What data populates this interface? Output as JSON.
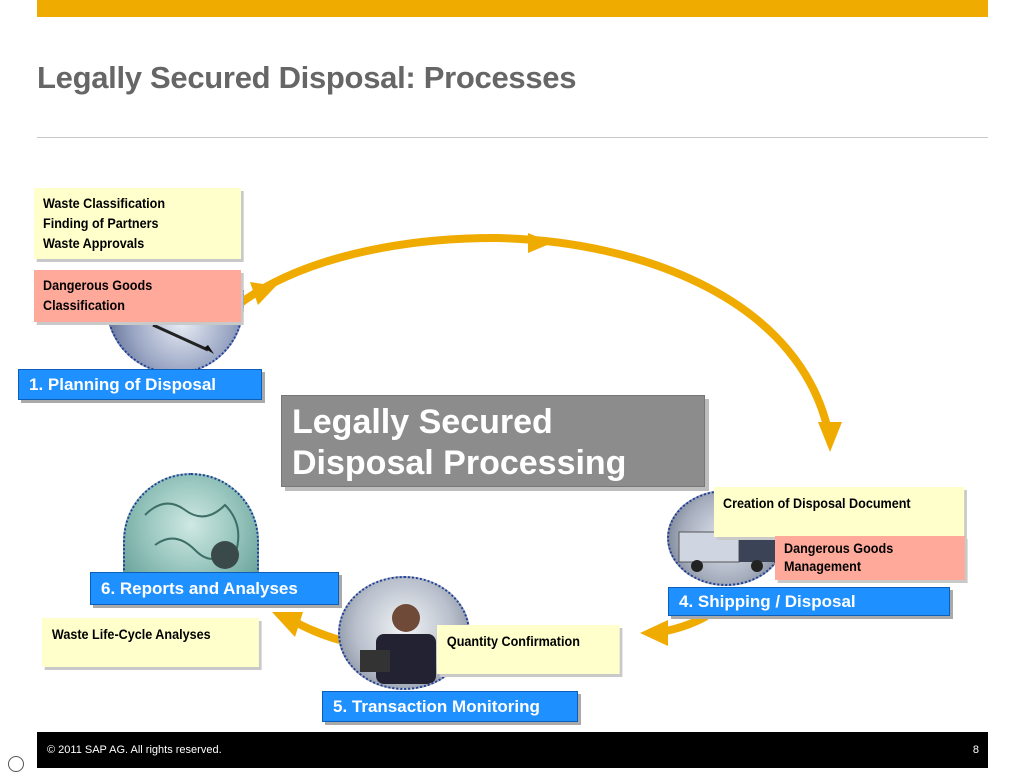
{
  "title": "Legally Secured Disposal: Processes",
  "center_label": [
    "Legally Secured",
    "Disposal Processing"
  ],
  "steps": {
    "planning": "1. Planning of Disposal",
    "shipping": "4. Shipping / Disposal",
    "monitoring": "5. Transaction Monitoring",
    "reports": "6. Reports and Analyses"
  },
  "notes": {
    "planning": [
      "Waste Classification",
      "Finding of Partners",
      "Waste Approvals"
    ],
    "planning_dg": [
      "Dangerous Goods",
      "Classification"
    ],
    "shipping": [
      "Creation of Disposal Document"
    ],
    "shipping_dg": [
      "Dangerous Goods",
      "Management"
    ],
    "monitoring": [
      "Quantity Confirmation"
    ],
    "reports": [
      "Waste Life-Cycle Analyses"
    ]
  },
  "footer": {
    "copyright": "©  2011 SAP AG. All rights reserved.",
    "page_number": "8"
  },
  "colors": {
    "accent": "#f0ab00",
    "step_blue": "#1e90ff",
    "note_yellow": "#ffffcc",
    "note_pink": "#ffa99a",
    "center_gray": "#8c8c8c"
  }
}
